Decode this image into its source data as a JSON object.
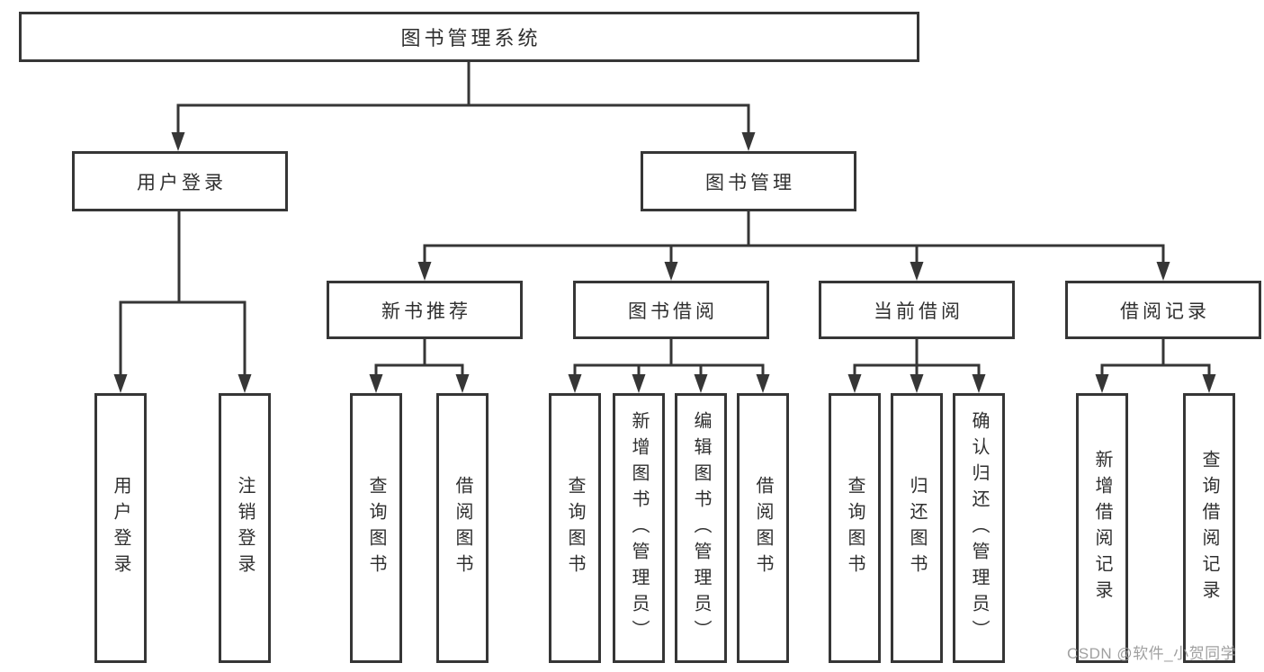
{
  "diagram": {
    "root": {
      "label": "图书管理系统"
    },
    "level2": [
      {
        "label": "用户登录"
      },
      {
        "label": "图书管理"
      }
    ],
    "level3": [
      {
        "label": "新书推荐"
      },
      {
        "label": "图书借阅"
      },
      {
        "label": "当前借阅"
      },
      {
        "label": "借阅记录"
      }
    ],
    "leaves": [
      {
        "parent": "用户登录",
        "label": "用户登录"
      },
      {
        "parent": "用户登录",
        "label": "注销登录"
      },
      {
        "parent": "新书推荐",
        "label": "查询图书"
      },
      {
        "parent": "新书推荐",
        "label": "借阅图书"
      },
      {
        "parent": "图书借阅",
        "label": "查询图书"
      },
      {
        "parent": "图书借阅",
        "label": "新增图书（管理员）"
      },
      {
        "parent": "图书借阅",
        "label": "编辑图书（管理员）"
      },
      {
        "parent": "图书借阅",
        "label": "借阅图书"
      },
      {
        "parent": "当前借阅",
        "label": "查询图书"
      },
      {
        "parent": "当前借阅",
        "label": "归还图书"
      },
      {
        "parent": "当前借阅",
        "label": "确认归还（管理员）"
      },
      {
        "parent": "借阅记录",
        "label": "新增借阅记录"
      },
      {
        "parent": "借阅记录",
        "label": "查询借阅记录"
      }
    ],
    "watermark": "CSDN @软件_小贺同学",
    "colors": {
      "line": "#363636",
      "text": "#2f2f2f",
      "watermark": "#9b9b9b",
      "background": "#ffffff"
    }
  }
}
